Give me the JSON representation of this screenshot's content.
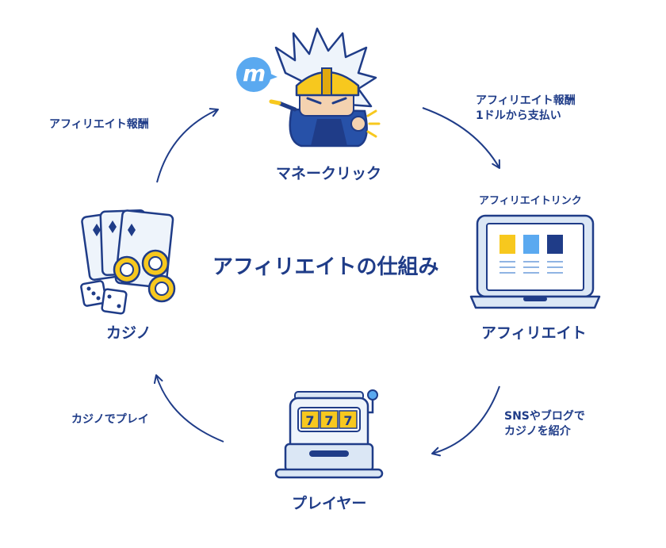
{
  "diagram": {
    "title": "アフィリエイトの仕組み",
    "nodes": {
      "monecrick": {
        "label": "マネークリック",
        "logo_letter": "m"
      },
      "affiliate": {
        "label": "アフィリエイト",
        "sublabel": "アフィリエイトリンク"
      },
      "player": {
        "label": "プレイヤー"
      },
      "casino": {
        "label": "カジノ"
      }
    },
    "edges": {
      "monecrick_to_affiliate": {
        "line1": "アフィリエイト報酬",
        "line2": "1ドルから支払い"
      },
      "affiliate_to_player": {
        "line1": "SNSやブログで",
        "line2": "カジノを紹介"
      },
      "player_to_casino": {
        "line1": "カジノでプレイ"
      },
      "casino_to_monecrick": {
        "line1": "アフィリエイト報酬"
      }
    },
    "slot_reels": [
      "7",
      "7",
      "7"
    ],
    "colors": {
      "navy": "#1f3c88",
      "light_blue": "#dbe7f5",
      "yellow": "#f7c81e",
      "sky": "#5aa9f0",
      "ice": "#eef4fb"
    }
  }
}
